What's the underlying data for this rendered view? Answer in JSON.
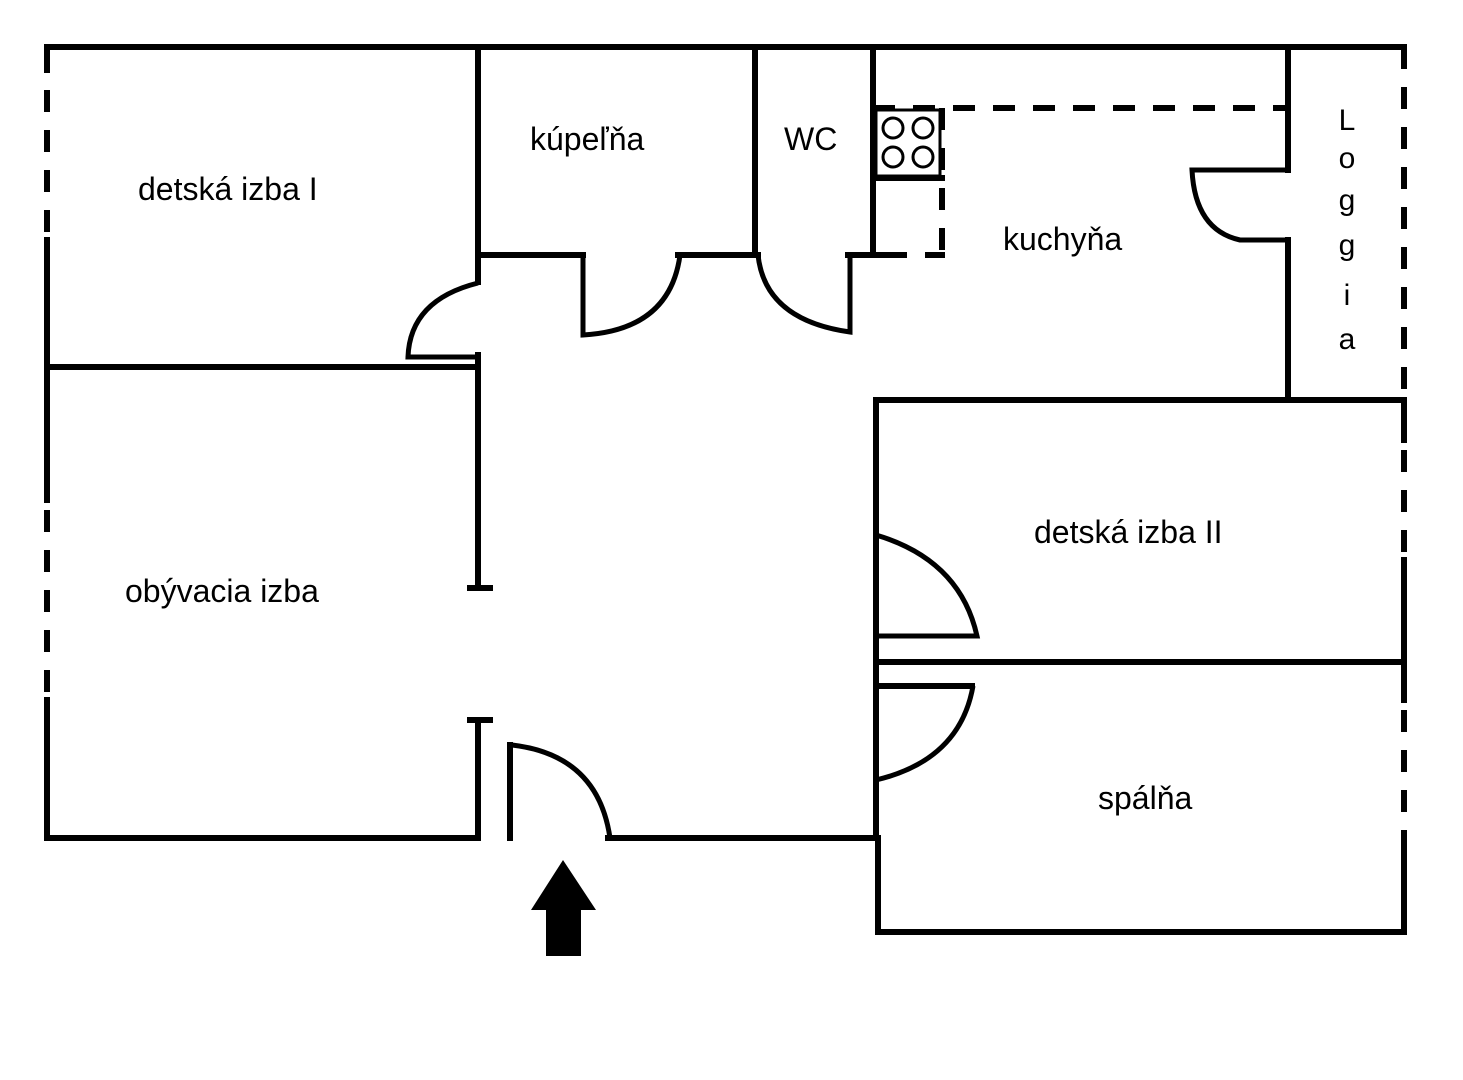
{
  "floor_plan": {
    "rooms": {
      "kids_room_1": "detská izba I",
      "bathroom": "kúpeľňa",
      "wc": "WC",
      "kitchen": "kuchyňa",
      "loggia": [
        "L",
        "o",
        "g",
        "g",
        "i",
        "a"
      ],
      "living_room": "obývacia izba",
      "kids_room_2": "detská izba II",
      "bedroom": "spálňa"
    },
    "icons": {
      "stove": "stove-icon",
      "entrance": "entrance-arrow-icon"
    },
    "colors": {
      "walls": "#000000",
      "background": "#ffffff"
    }
  }
}
